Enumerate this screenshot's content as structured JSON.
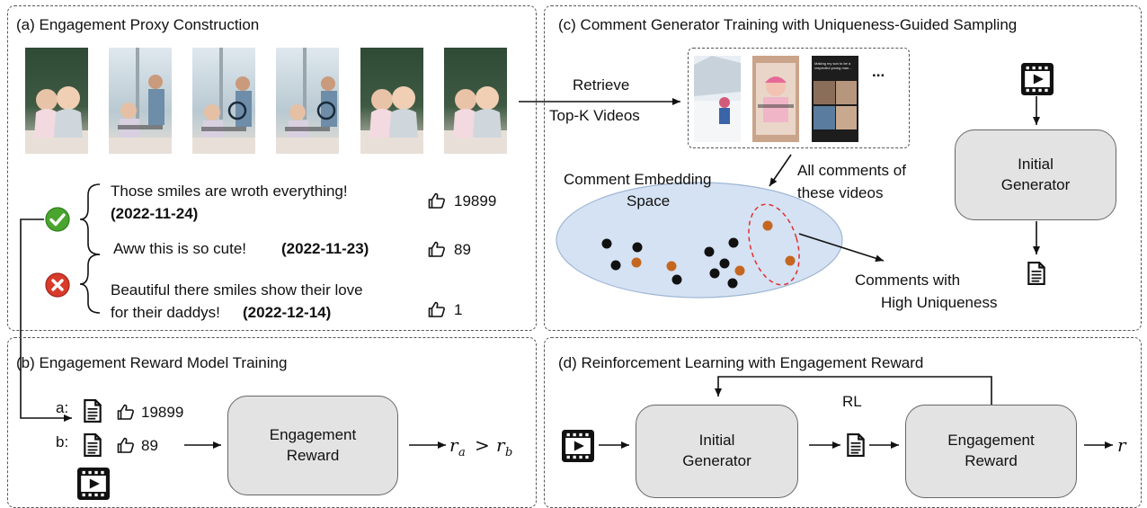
{
  "panel_a": {
    "title": "(a) Engagement Proxy Construction",
    "comments": [
      {
        "line1": "Those smiles are wroth everything!",
        "date": "(2022-11-24)",
        "likes": "19899"
      },
      {
        "line1": "Aww this is so cute!",
        "date": "(2022-11-23)",
        "likes": "89"
      },
      {
        "line1": "Beautiful there smiles show their love",
        "line2": "for their daddys!",
        "date": "(2022-12-14)",
        "likes": "1"
      }
    ]
  },
  "panel_b": {
    "title": "(b) Engagement Reward Model Training",
    "label_a": "a:",
    "label_b": "b:",
    "likes_a": "19899",
    "likes_b": "89",
    "box_line1": "Engagement",
    "box_line2": "Reward"
  },
  "panel_c": {
    "title": "(c) Comment Generator Training with Uniqueness-Guided Sampling",
    "retrieve_line1": "Retrieve",
    "retrieve_line2": "Top-K Videos",
    "ellipsis": "...",
    "all_comments_line1": "All comments of",
    "all_comments_line2": "these videos",
    "embedding_line1": "Comment Embedding",
    "embedding_line2": "Space",
    "unique_line1": "Comments with",
    "unique_line2": "High Uniqueness",
    "generator_line1": "Initial",
    "generator_line2": "Generator",
    "thumb_caption": "Making my son to be a respectful young man..."
  },
  "panel_d": {
    "title": "(d) Reinforcement Learning with Engagement Reward",
    "rl_label": "RL",
    "gen_line1": "Initial",
    "gen_line2": "Generator",
    "reward_line1": "Engagement",
    "reward_line2": "Reward",
    "output": "r"
  },
  "colors": {
    "panel_border": "#555555",
    "box_fill": "#e3e3e3",
    "ellipse_fill": "#d5e2f3",
    "dot_black": "#111111",
    "dot_orange": "#c4661f",
    "dashed_red": "#e03030",
    "check_green": "#4aa52e",
    "cross_red": "#d93b2b"
  },
  "icons": [
    "video-icon",
    "document-icon",
    "thumbs-up-icon",
    "check-icon",
    "cross-icon"
  ]
}
